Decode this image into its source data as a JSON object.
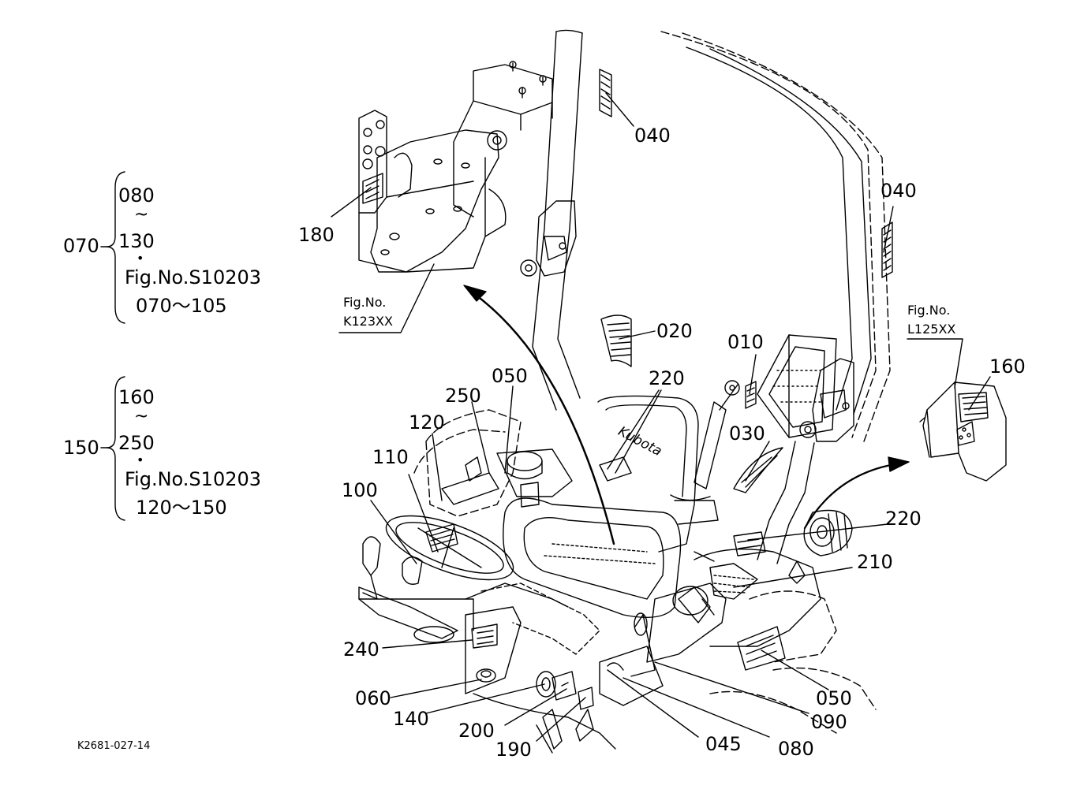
{
  "drawing_id": "K2681-027-14",
  "group_070": {
    "parent": "070",
    "start": "080",
    "tilde": "~",
    "end": "130",
    "bullet": "•",
    "fig": "Fig.No.S10203",
    "range": "070～105"
  },
  "group_150": {
    "parent": "150",
    "start": "160",
    "tilde": "~",
    "end": "250",
    "bullet": "•",
    "fig": "Fig.No.S10203",
    "range": "120～150"
  },
  "fig_refs": {
    "k123": {
      "line1": "Fig.No.",
      "line2": "K123XX"
    },
    "l125": {
      "line1": "Fig.No.",
      "line2": "L125XX"
    }
  },
  "seat_brand": "Kubota",
  "callouts": {
    "p040a": "040",
    "p040b": "040",
    "p180": "180",
    "p020": "020",
    "p010": "010",
    "p160": "160",
    "p050a": "050",
    "p220a": "220",
    "p250": "250",
    "p120": "120",
    "p110": "110",
    "p100": "100",
    "p030": "030",
    "p220b": "220",
    "p210": "210",
    "p240": "240",
    "p060": "060",
    "p140": "140",
    "p200": "200",
    "p190": "190",
    "p045": "045",
    "p080": "080",
    "p090": "090",
    "p050b": "050"
  }
}
